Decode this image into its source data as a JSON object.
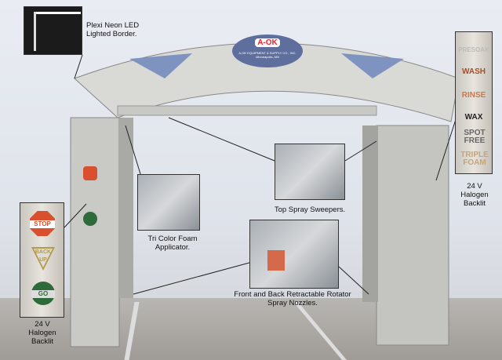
{
  "logo": {
    "brand": "A-OK",
    "company": "A-OK EQUIPMENT & SUPPLY CO., INC.",
    "location": "Minneapolis, MN"
  },
  "callouts": {
    "led": "Plexi Neon LED Lighted Border.",
    "top_spray": "Top Spray Sweepers.",
    "foam": "Tri Color Foam Applicator.",
    "nozzles": "Front and Back Retractable Rotator Spray Nozzles."
  },
  "right_sign": {
    "items": [
      "PRESOAK",
      "WASH",
      "RINSE",
      "WAX",
      "SPOT FREE",
      "TRIPLE FOAM"
    ],
    "caption": "24 V Halogen Backlit"
  },
  "left_sign": {
    "items": [
      "STOP",
      "BACK UP",
      "GO"
    ],
    "caption": "24 V Halogen Backlit"
  },
  "colors": {
    "stop": "#d9502f",
    "go": "#2f6b3a",
    "backup": "#b39a4a",
    "wash": "#a0522d"
  }
}
